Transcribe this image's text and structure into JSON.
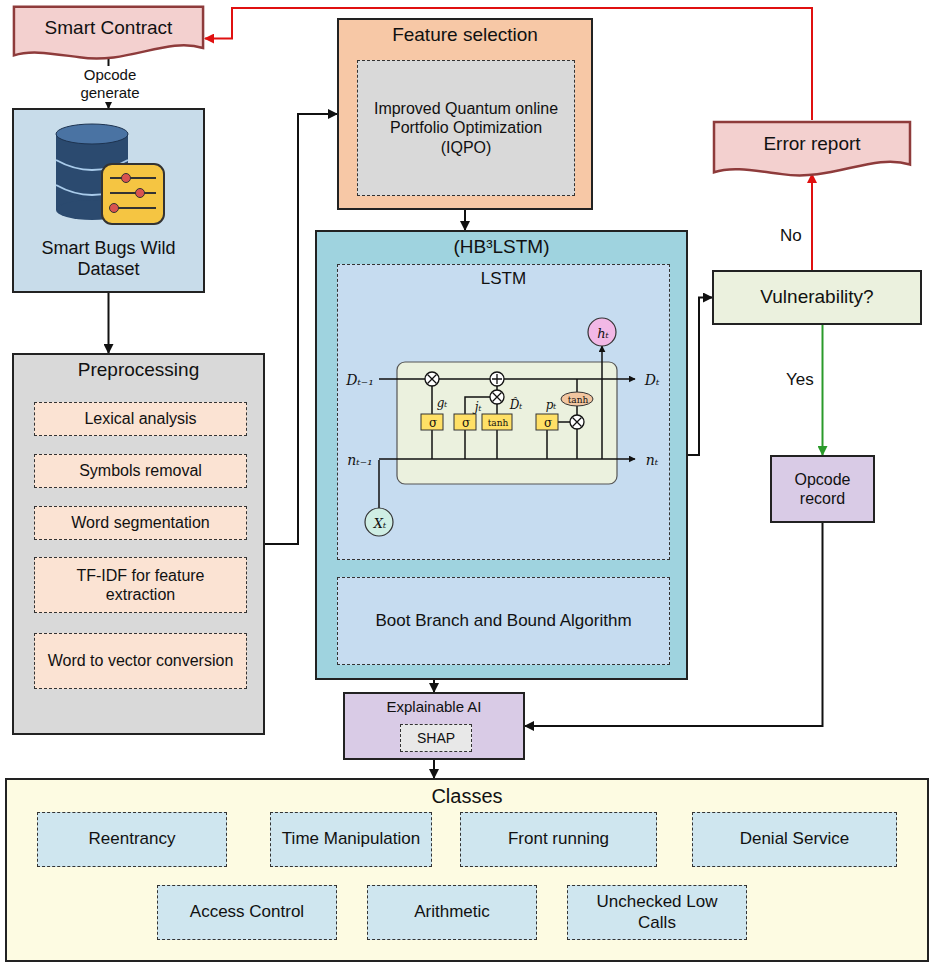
{
  "diagram": {
    "nodes": [
      {
        "text": [
          "Smart Contract"
        ]
      },
      {
        "text": [
          "Smart Bugs Wild Dataset"
        ]
      },
      {
        "text": [
          "Preprocessing"
        ]
      },
      {
        "text": [
          "Lexical analysis"
        ],
        "in": 2
      },
      {
        "text": [
          "Symbols removal"
        ],
        "in": 2
      },
      {
        "text": [
          "Word segmentation"
        ],
        "in": 2
      },
      {
        "text": [
          "TF-IDF for feature extraction"
        ],
        "in": 2
      },
      {
        "text": [
          "Word to vector conversion"
        ],
        "in": 2
      },
      {
        "text": [
          "Feature selection"
        ]
      },
      {
        "text": [
          "Improved Quantum online Portfolio Optimization (IQPO)"
        ],
        "in": 8
      },
      {
        "text": [
          "(HB³LSTM)"
        ]
      },
      {
        "text": [
          "LSTM"
        ],
        "in": 10
      },
      {
        "text": [
          "Boot Branch and Bound Algorithm"
        ],
        "in": 10
      },
      {
        "text": [
          "Error report"
        ]
      },
      {
        "text": [
          "Vulnerability?"
        ]
      },
      {
        "text": [
          "Opcode record"
        ]
      },
      {
        "text": [
          "Explainable AI"
        ]
      },
      {
        "text": [
          "SHAP"
        ],
        "in": 16
      },
      {
        "text": [
          "Classes"
        ]
      },
      {
        "text": [
          "Reentrancy"
        ],
        "in": 18
      },
      {
        "text": [
          "Time Manipulation"
        ],
        "in": 18
      },
      {
        "text": [
          "Front running"
        ],
        "in": 18
      },
      {
        "text": [
          "Denial Service"
        ],
        "in": 18
      },
      {
        "text": [
          "Access Control"
        ],
        "in": 18
      },
      {
        "text": [
          "Arithmetic"
        ],
        "in": 18
      },
      {
        "text": [
          "Unchecked Low Calls"
        ],
        "in": 18
      }
    ],
    "edges": [
      {
        "from": 0,
        "to": 1,
        "arrow": "to",
        "label": "Opcode generate"
      },
      {
        "from": 1,
        "to": 2,
        "arrow": "to"
      },
      {
        "from": 2,
        "to": 8,
        "arrow": "to"
      },
      {
        "from": 8,
        "to": 10,
        "arrow": "to"
      },
      {
        "from": 10,
        "to": 14,
        "arrow": "to"
      },
      {
        "from": 14,
        "to": 13,
        "arrow": "to",
        "label": "No"
      },
      {
        "from": 13,
        "to": 0,
        "arrow": "to"
      },
      {
        "from": 14,
        "to": 15,
        "arrow": "to",
        "label": "Yes"
      },
      {
        "from": 15,
        "to": 16,
        "arrow": "to"
      },
      {
        "from": 10,
        "to": 16,
        "arrow": "to"
      },
      {
        "from": 16,
        "to": 18,
        "arrow": "to"
      }
    ],
    "labels": [
      "Dₜ₋₁",
      "Dₜ",
      "nₜ₋₁",
      "nₜ",
      "Xₜ",
      "hₜ",
      "gₜ",
      "jₜ",
      "D̂ₜ",
      "pₜ",
      "σ",
      "σ",
      "tanh",
      "σ",
      "tanh"
    ]
  }
}
